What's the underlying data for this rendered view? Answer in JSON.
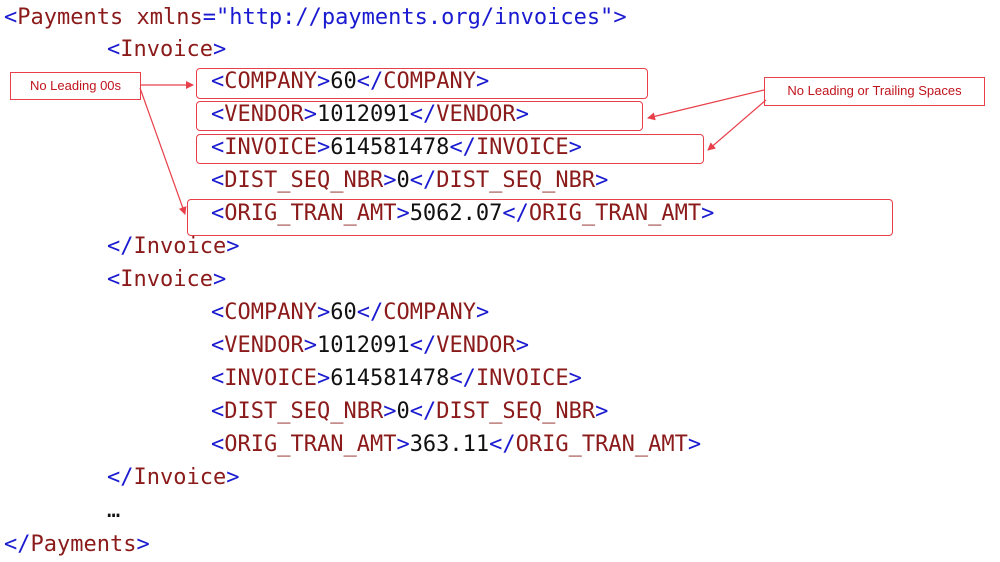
{
  "xml": {
    "root_open": {
      "lt": "<",
      "name": "Payments",
      "attr": "xmlns",
      "eq": "=",
      "value": "\"http://payments.org/invoices\"",
      "gt": ">"
    },
    "root_close": {
      "lt": "</",
      "name": "Payments",
      "gt": ">"
    },
    "invoice_tag": "Invoice",
    "ellipsis": "…",
    "invoices": [
      {
        "fields": [
          {
            "tag": "COMPANY",
            "value": "60"
          },
          {
            "tag": "VENDOR",
            "value": "1012091"
          },
          {
            "tag": "INVOICE",
            "value": "614581478"
          },
          {
            "tag": "DIST_SEQ_NBR",
            "value": "0"
          },
          {
            "tag": "ORIG_TRAN_AMT",
            "value": "5062.07"
          }
        ]
      },
      {
        "fields": [
          {
            "tag": "COMPANY",
            "value": "60"
          },
          {
            "tag": "VENDOR",
            "value": "1012091"
          },
          {
            "tag": "INVOICE",
            "value": "614581478"
          },
          {
            "tag": "DIST_SEQ_NBR",
            "value": "0"
          },
          {
            "tag": "ORIG_TRAN_AMT",
            "value": "363.11"
          }
        ]
      }
    ]
  },
  "callouts": {
    "leading_zeros": "No Leading 00s",
    "spaces": "No Leading or Trailing Spaces"
  },
  "colors": {
    "bracket": "#1a1ad0",
    "tag_name": "#8b1a1a",
    "attribute_value": "#1a1ad0",
    "annotation": "#e8404a"
  }
}
